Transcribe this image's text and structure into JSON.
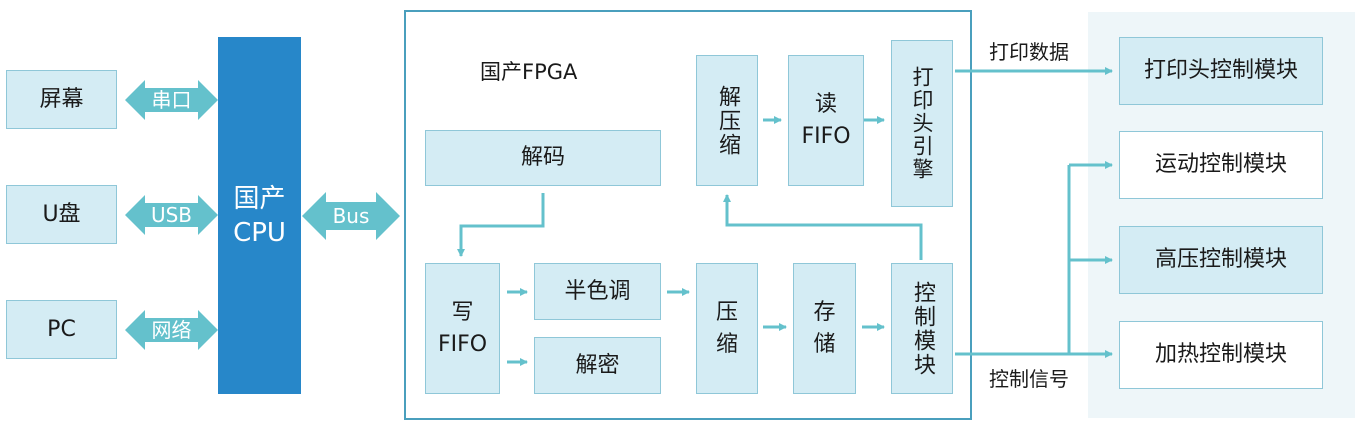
{
  "devices": {
    "screen": "屏幕",
    "udisk": "U盘",
    "pc": "PC"
  },
  "links": {
    "serial": "串口",
    "usb": "USB",
    "network": "网络",
    "bus": "Bus"
  },
  "cpu": {
    "label": "国产\nCPU"
  },
  "fpga": {
    "title": "国产FPGA",
    "decode": "解码",
    "write_fifo": "写\nFIFO",
    "halftone": "半色调",
    "decrypt": "解密",
    "compress": "压\n缩",
    "storage": "存\n储",
    "control_module": "控制模块",
    "decompress": "解压缩",
    "read_fifo": "读\nFIFO",
    "printhead_engine": "打印头引擎"
  },
  "outputs": {
    "print_data": "打印数据",
    "control_signal": "控制信号"
  },
  "modules": {
    "printhead_control": "打印头控制模块",
    "motion_control": "运动控制模块",
    "high_voltage_control": "高压控制模块",
    "heating_control": "加热控制模块"
  },
  "colors": {
    "box_fill": "#d4ecf4",
    "box_border": "#8fc7d8",
    "cpu_fill": "#2787c9",
    "frame_border": "#4a9fbd",
    "arrow": "#64c1cc",
    "panel_bg": "#eef6f9"
  }
}
